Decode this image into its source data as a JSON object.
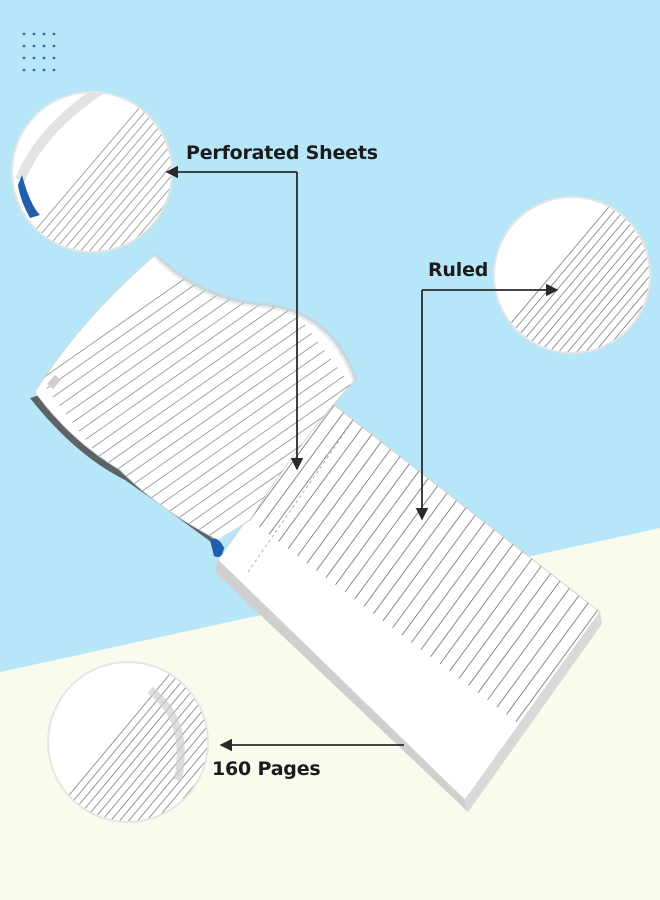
{
  "callouts": {
    "perforated": "Perforated Sheets",
    "ruled": "Ruled",
    "pages": "160 Pages"
  },
  "colors": {
    "sky_background": "#b7e6f8",
    "cream_background": "#fbfbed",
    "paper": "#ffffff",
    "rule_line": "#8a8a8a",
    "binding_accent": "#1f5fae",
    "arrow": "#2a2a2a",
    "dot_grid": "#2f6fa7"
  },
  "icons": {
    "decor": "dot-grid-icon",
    "arrows": "arrow-icon"
  }
}
